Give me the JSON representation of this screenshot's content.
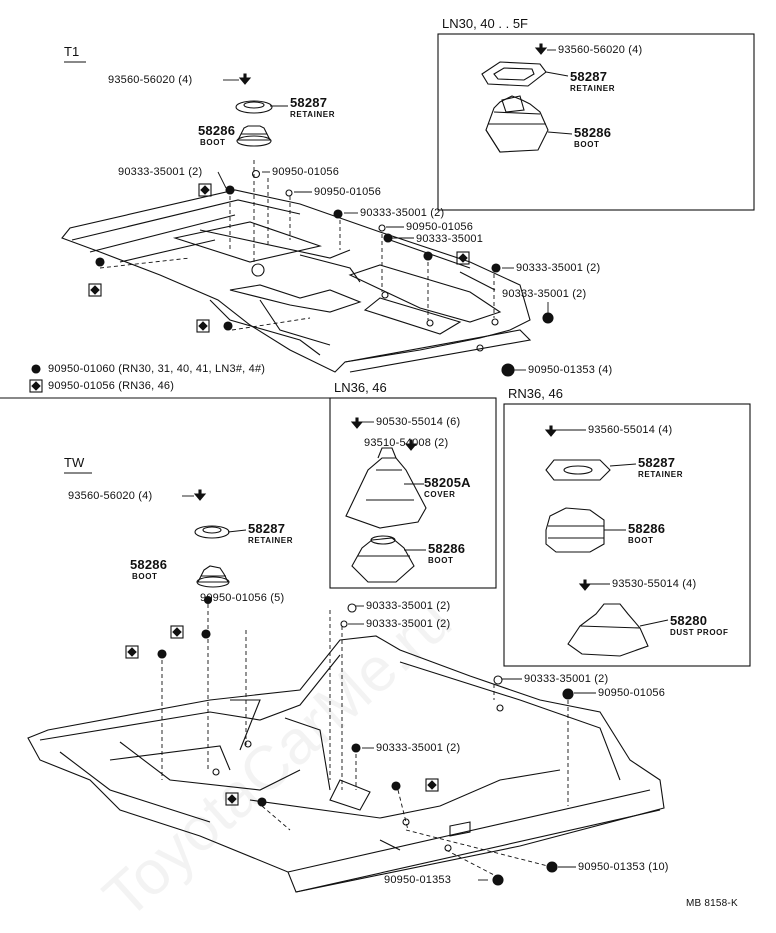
{
  "watermark": "ToyotaCarMe.ru",
  "footer_code": "MB 8158-K",
  "sections": {
    "t1": "T1",
    "tw": "TW",
    "ln30": "LN30, 40 . . 5F",
    "ln36": "LN36, 46",
    "rn36": "RN36, 46"
  },
  "t1": {
    "c1": "93560-56020 (4)",
    "c2_num": "58287",
    "c2_sub": "RETAINER",
    "c3_num": "58286",
    "c3_sub": "BOOT",
    "c4": "90333-35001 (2)",
    "c5": "90950-01056",
    "c6": "90950-01056",
    "c7": "90333-35001 (2)",
    "c8": "90950-01056",
    "c9": "90333-35001",
    "c10": "90333-35001 (2)",
    "c11": "90333-35001 (2)",
    "c12": "90950-01353 (4)"
  },
  "legend": {
    "round": "90950-01060 (RN30, 31, 40, 41, LN3#, 4#)",
    "diamond": "90950-01056 (RN36, 46)"
  },
  "ln30": {
    "c1": "93560-56020 (4)",
    "c2_num": "58287",
    "c2_sub": "RETAINER",
    "c3_num": "58286",
    "c3_sub": "BOOT"
  },
  "ln36": {
    "c1": "90530-55014 (6)",
    "c2": "93510-54008 (2)",
    "c3_num": "58205A",
    "c3_sub": "COVER",
    "c4_num": "58286",
    "c4_sub": "BOOT"
  },
  "rn36": {
    "c1": "93560-55014 (4)",
    "c2_num": "58287",
    "c2_sub": "RETAINER",
    "c3_num": "58286",
    "c3_sub": "BOOT",
    "c4": "93530-55014 (4)",
    "c5_num": "58280",
    "c5_sub": "DUST PROOF"
  },
  "tw": {
    "c1": "93560-56020 (4)",
    "c2_num": "58287",
    "c2_sub": "RETAINER",
    "c3_num": "58286",
    "c3_sub": "BOOT",
    "c4": "90950-01056 (5)",
    "c5": "90333-35001 (2)",
    "c6": "90333-35001 (2)",
    "c7": "90333-35001 (2)",
    "c8": "90950-01056",
    "c9": "90333-35001 (2)",
    "c10": "90950-01353",
    "c11": "90950-01353 (10)"
  }
}
